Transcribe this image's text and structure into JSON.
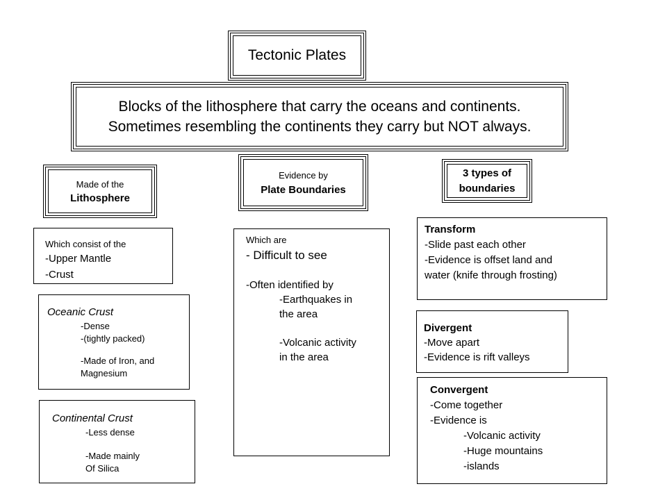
{
  "title": "Tectonic Plates",
  "definition": {
    "line1": "Blocks of the lithosphere that carry the oceans and continents.",
    "line2": "Sometimes resembling the continents they carry but NOT always."
  },
  "made_of": {
    "line1": "Made of the",
    "line2": "Lithosphere"
  },
  "evidence": {
    "line1": "Evidence by",
    "line2": "Plate Boundaries"
  },
  "types": {
    "line1": "3 types of",
    "line2": "boundaries"
  },
  "consist": {
    "intro": "Which consist of the",
    "item1": "-Upper Mantle",
    "item2": "-Crust"
  },
  "oceanic": {
    "heading": "Oceanic Crust",
    "item1": "-Dense",
    "item2": "-(tightly packed)",
    "item3a": "-Made of Iron, and",
    "item3b": "Magnesium"
  },
  "continental": {
    "heading": "Continental Crust",
    "item1": "-Less dense",
    "item2a": "-Made mainly",
    "item2b": "Of Silica"
  },
  "which_are": {
    "intro": "Which are",
    "item1": "- Difficult to see",
    "item2": "-Often identified by",
    "sub1a": "-Earthquakes in",
    "sub1b": "the area",
    "sub2a": "-Volcanic activity",
    "sub2b": "in the area"
  },
  "transform": {
    "heading": "Transform",
    "line1": "-Slide past each other",
    "line2": "-Evidence is offset land and",
    "line3": "water (knife through frosting)"
  },
  "divergent": {
    "heading": "Divergent",
    "line1": "-Move apart",
    "line2": "-Evidence is rift valleys"
  },
  "convergent": {
    "heading": "Convergent",
    "line1": "-Come together",
    "line2": "-Evidence is",
    "sub1": "-Volcanic activity",
    "sub2": "-Huge mountains",
    "sub3": "-islands"
  }
}
